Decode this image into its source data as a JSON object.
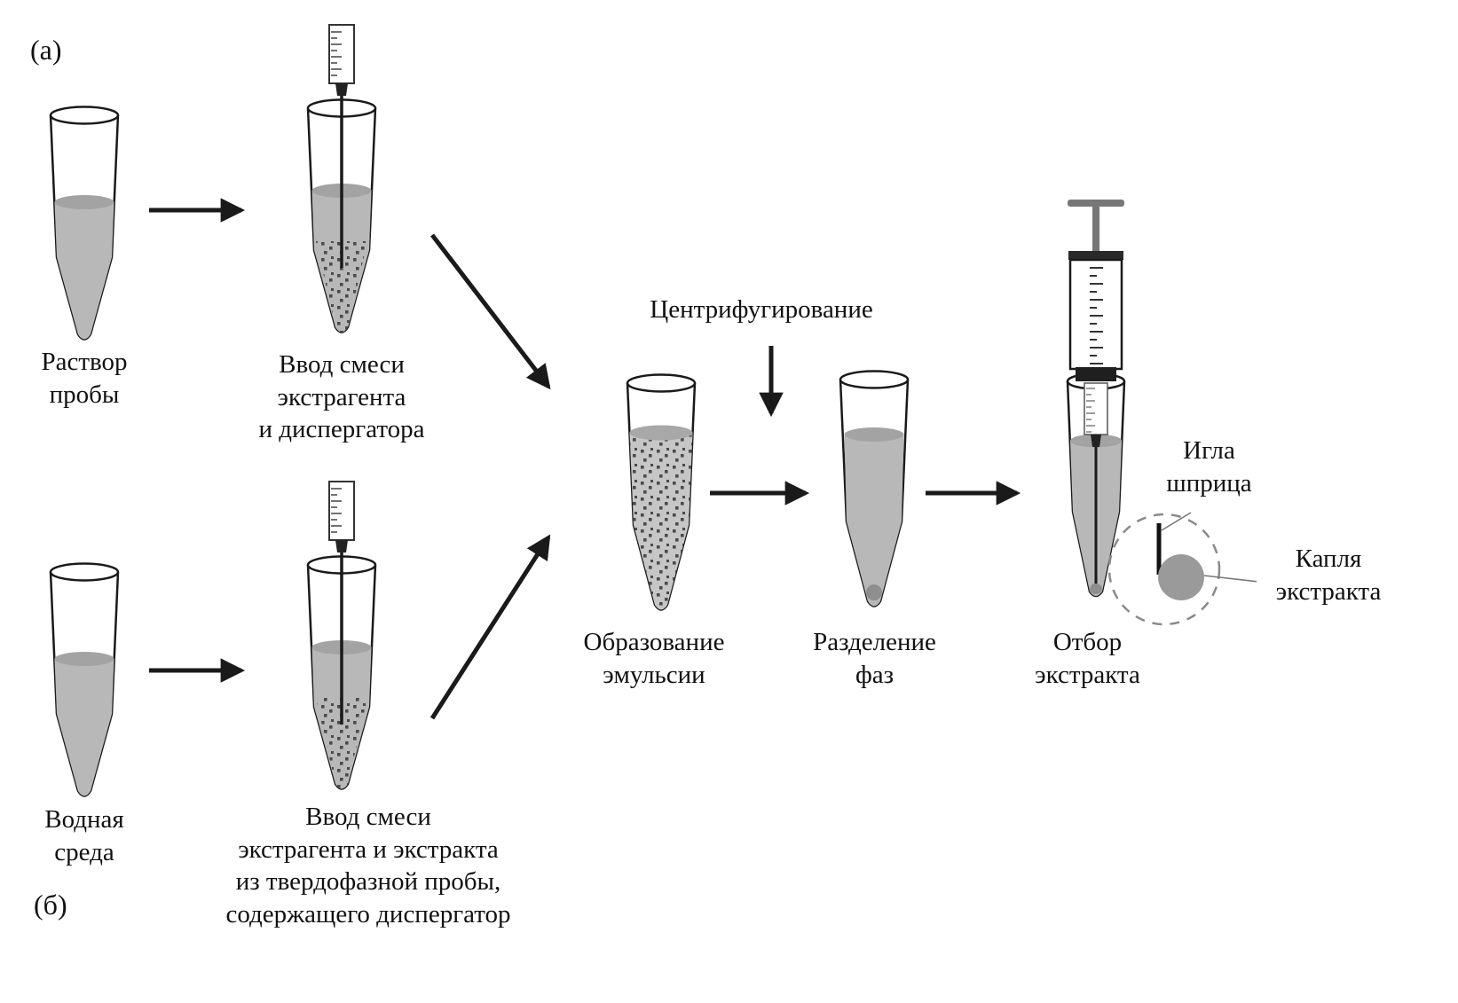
{
  "figure": {
    "panels": {
      "a": "(а)",
      "b": "(б)"
    },
    "steps": {
      "sample_solution": "Раствор\nпробы",
      "injection_a": "Ввод смеси\nэкстрагента\nи диспергатора",
      "centrifugation": "Центрифугирование",
      "emulsion_formation": "Образование\nэмульсии",
      "phase_separation": "Разделение\nфаз",
      "extract_collection": "Отбор\nэкстракта",
      "aqueous_medium": "Водная\nсреда",
      "injection_b": "Ввод смеси\nэкстрагента и экстракта\nиз твердофазной пробы,\nсодержащего диспергатор"
    },
    "callouts": {
      "syringe_needle": "Игла\nшприца",
      "extract_drop": "Капля\nэкстракта"
    },
    "colors": {
      "background": "#ffffff",
      "outline": "#1a1a1a",
      "liquid": "#b8b8b8",
      "liquid_surface": "#a3a3a3",
      "emulsion_liquid": "#c6c6c6",
      "dispersed_droplets": "#4a4a4a",
      "sediment_drop": "#8e8e8e",
      "extract_drop": "#9a9a9a",
      "dashed_circle": "#8a8a8a"
    }
  }
}
